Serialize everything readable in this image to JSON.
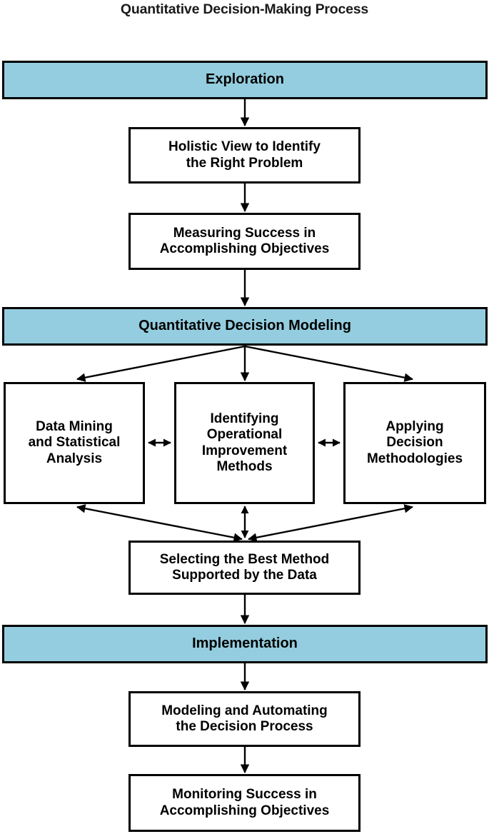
{
  "title": "Quantitative Decision-Making Process",
  "colors": {
    "banner_fill": "#94CDDF",
    "box_fill": "#FFFFFF",
    "stroke": "#000000",
    "text": "#000000",
    "background": "#FFFFFF"
  },
  "chart_data": {
    "type": "diagram",
    "title": "Quantitative Decision-Making Process",
    "nodes": [
      {
        "id": "exploration",
        "label": "Exploration",
        "kind": "phase-banner",
        "stage": 1
      },
      {
        "id": "holistic",
        "label": "Holistic View to Identify\nthe Right Problem",
        "kind": "step-box",
        "stage": 1
      },
      {
        "id": "measuring_top",
        "label": "Measuring Success in\nAccomplishing Objectives",
        "kind": "step-box",
        "stage": 1
      },
      {
        "id": "qdm",
        "label": "Quantitative Decision Modeling",
        "kind": "phase-banner",
        "stage": 2
      },
      {
        "id": "data_mining",
        "label": "Data Mining\nand Statistical\nAnalysis",
        "kind": "step-box",
        "stage": 2
      },
      {
        "id": "identifying",
        "label": "Identifying\nOperational\nImprovement\nMethods",
        "kind": "step-box",
        "stage": 2
      },
      {
        "id": "applying",
        "label": "Applying\nDecision\nMethodologies",
        "kind": "step-box",
        "stage": 2
      },
      {
        "id": "selecting",
        "label": "Selecting the Best Method\nSupported by the Data",
        "kind": "step-box",
        "stage": 2
      },
      {
        "id": "implementation",
        "label": "Implementation",
        "kind": "phase-banner",
        "stage": 3
      },
      {
        "id": "modeling",
        "label": "Modeling and Automating\nthe Decision Process",
        "kind": "step-box",
        "stage": 3
      },
      {
        "id": "monitoring_bot",
        "label": "Monitoring Success in\nAccomplishing Objectives",
        "kind": "step-box",
        "stage": 3
      }
    ],
    "edges": [
      {
        "from": "exploration",
        "to": "holistic",
        "type": "single"
      },
      {
        "from": "holistic",
        "to": "measuring_top",
        "type": "single"
      },
      {
        "from": "measuring_top",
        "to": "qdm",
        "type": "single"
      },
      {
        "from": "qdm",
        "to": "data_mining",
        "type": "single"
      },
      {
        "from": "qdm",
        "to": "identifying",
        "type": "single"
      },
      {
        "from": "qdm",
        "to": "applying",
        "type": "single"
      },
      {
        "from": "data_mining",
        "to": "identifying",
        "type": "double"
      },
      {
        "from": "identifying",
        "to": "applying",
        "type": "double"
      },
      {
        "from": "data_mining",
        "to": "selecting",
        "type": "double"
      },
      {
        "from": "identifying",
        "to": "selecting",
        "type": "double"
      },
      {
        "from": "applying",
        "to": "selecting",
        "type": "double"
      },
      {
        "from": "selecting",
        "to": "implementation",
        "type": "single"
      },
      {
        "from": "implementation",
        "to": "modeling",
        "type": "single"
      },
      {
        "from": "modeling",
        "to": "monitoring_bot",
        "type": "single"
      }
    ],
    "phases": [
      "Exploration",
      "Quantitative Decision Modeling",
      "Implementation"
    ],
    "orientation": "top-to-bottom"
  },
  "nodes": {
    "exploration": {
      "label": "Exploration"
    },
    "holistic": {
      "label": "Holistic View to Identify\nthe Right Problem"
    },
    "measuring_top": {
      "label": "Measuring Success in\nAccomplishing Objectives"
    },
    "qdm": {
      "label": "Quantitative Decision Modeling"
    },
    "data_mining": {
      "label": "Data Mining\nand Statistical\nAnalysis"
    },
    "identifying": {
      "label": "Identifying\nOperational\nImprovement\nMethods"
    },
    "applying": {
      "label": "Applying\nDecision\nMethodologies"
    },
    "selecting": {
      "label": "Selecting the Best Method\nSupported by the Data"
    },
    "implementation": {
      "label": "Implementation"
    },
    "modeling": {
      "label": "Modeling and Automating\nthe Decision Process"
    },
    "monitoring_bot": {
      "label": "Monitoring Success in\nAccomplishing Objectives"
    }
  }
}
